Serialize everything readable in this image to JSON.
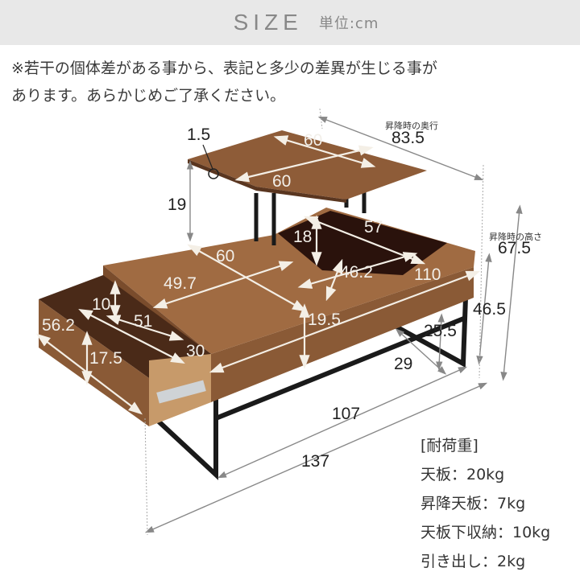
{
  "header": {
    "title": "SIZE",
    "unit": "単位:cm",
    "background": "#e8e8e8"
  },
  "note": {
    "line1": "※若干の個体差がある事から、表記と多少の差異が生じる事が",
    "line2": "あります。あらかじめご了承ください。"
  },
  "dimensions": {
    "top_thickness": "1.5",
    "lift_top_width": "60",
    "lift_top_depth": "60",
    "lift_height": "19",
    "lifted_depth_label": "昇降時の奥行",
    "lifted_depth": "83.5",
    "lifted_height_label": "昇降時の高さ",
    "lifted_height": "67.5",
    "storage_height": "18",
    "storage_width": "57",
    "storage_depth": "46.2",
    "table_depth_inner": "110",
    "fixed_top_depth": "60",
    "fixed_top_width": "49.7",
    "body_height": "19.5",
    "drawer_height_inner": "10",
    "drawer_depth": "51",
    "drawer_width": "30",
    "drawer_length": "56.2",
    "drawer_height": "17.5",
    "leg_clearance": "25.5",
    "leg_depth": "29",
    "table_height": "46.5",
    "frame_width": "107",
    "total_width": "137"
  },
  "load_capacity": {
    "heading": "[耐荷重]",
    "items": [
      {
        "label": "天板：20kg"
      },
      {
        "label": "昇降天板：7kg"
      },
      {
        "label": "天板下収納：10kg"
      },
      {
        "label": "引き出し：2kg"
      }
    ]
  },
  "colors": {
    "wood": "#8a5a36",
    "wood_dark": "#6b4226",
    "frame": "#1a1a1a",
    "dim_line": "#888888",
    "interior": "#2a120c"
  }
}
